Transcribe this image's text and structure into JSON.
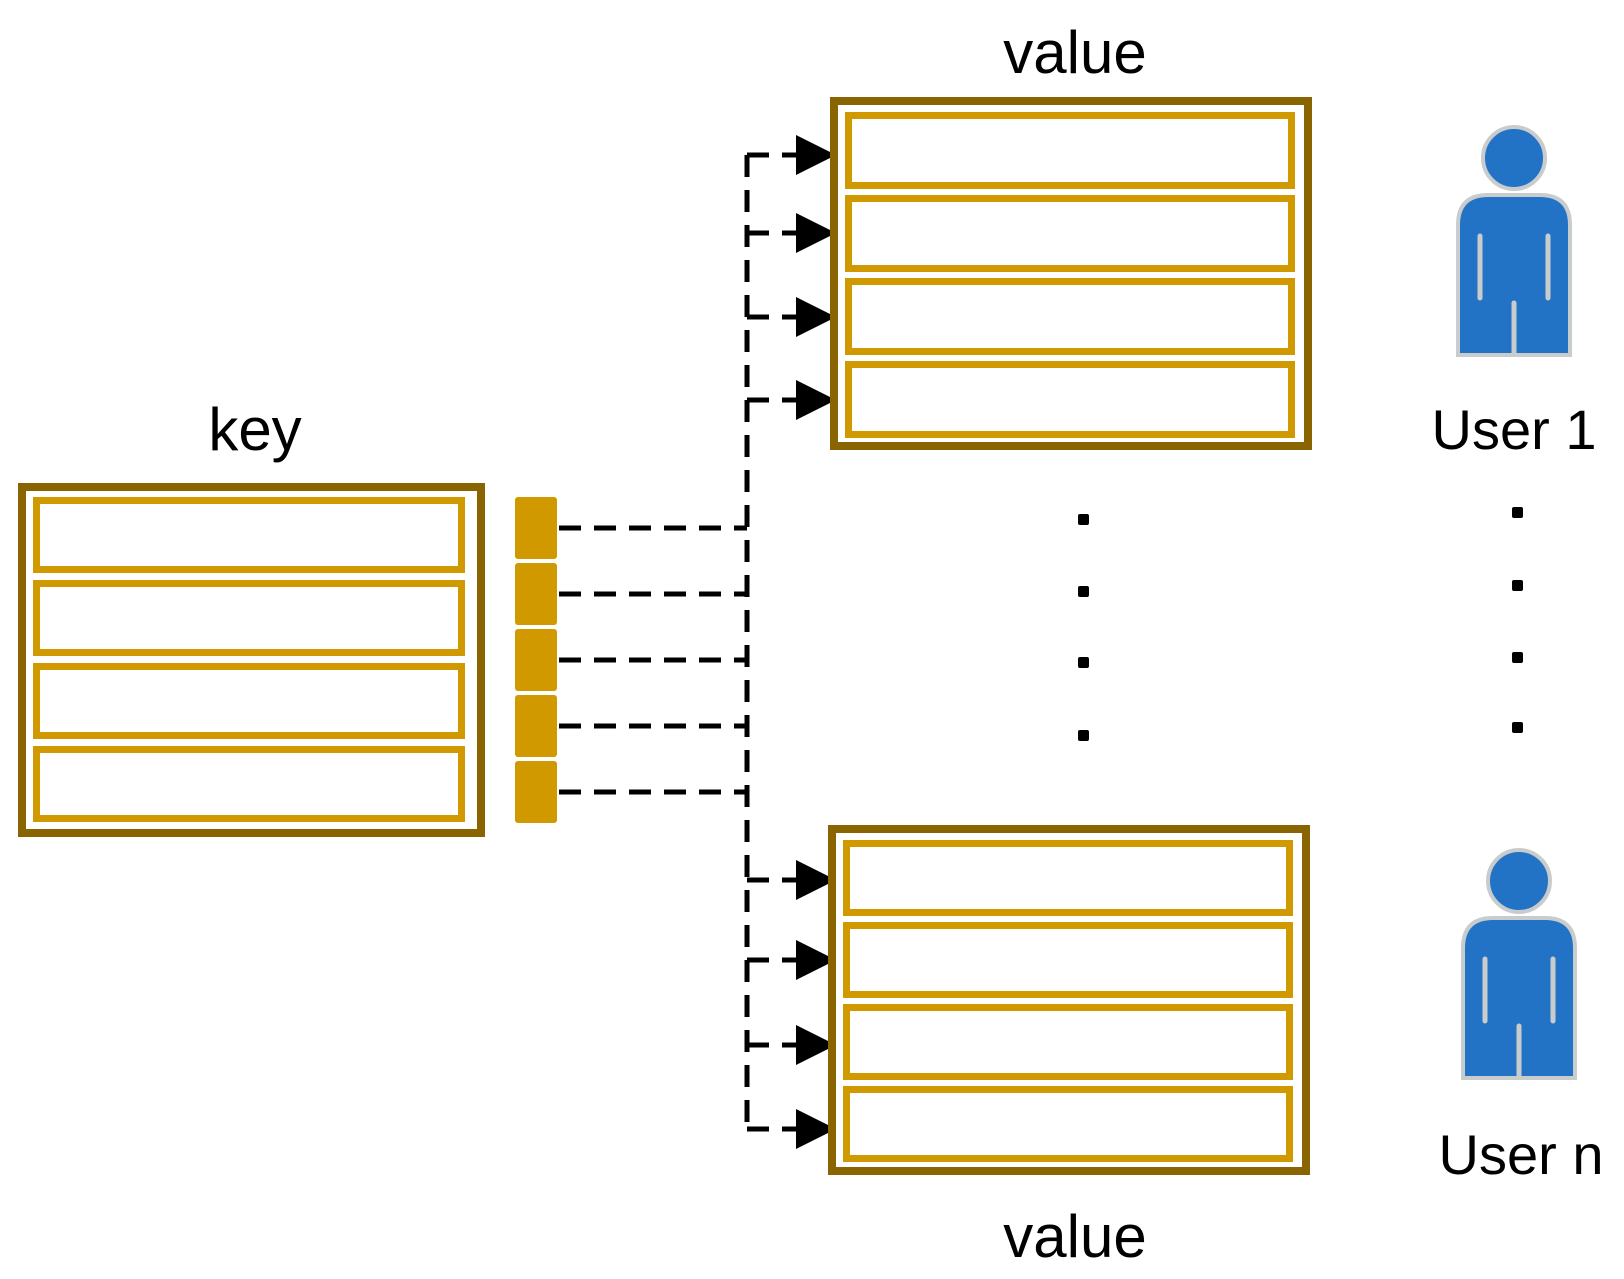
{
  "diagram": {
    "labels": {
      "key": "key",
      "value_top": "value",
      "value_bottom": "value",
      "user_first": "User 1",
      "user_last": "User n"
    },
    "structure": {
      "key_table_rows": 4,
      "hash_cells": 5,
      "value_tables_shown": 2,
      "value_table_rows_each": 4,
      "arrows_per_value_table": 4,
      "ellipsis_dots_center": 4,
      "ellipsis_dots_right": 4
    },
    "colors": {
      "table_outer_border": "#8A6400",
      "table_row_border": "#D09900",
      "hash_cell_fill": "#D09900",
      "connector_line": "#000000",
      "user_fill": "#2273C6",
      "user_outline": "#C9CCCD",
      "label_text": "#000000",
      "background": "#FFFFFF"
    }
  }
}
